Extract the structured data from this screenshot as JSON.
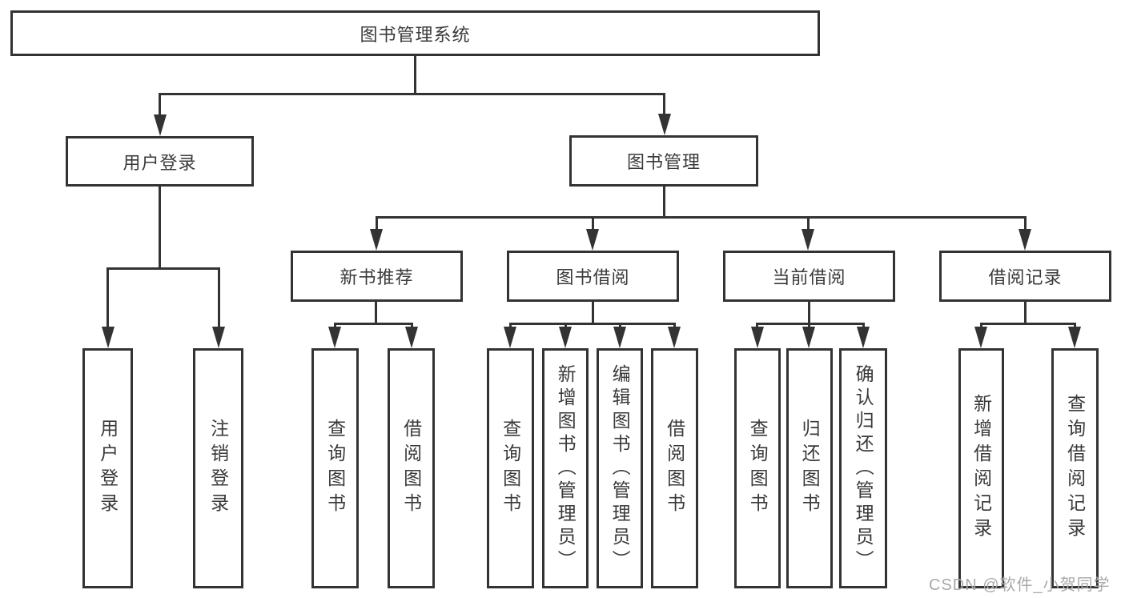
{
  "diagram": {
    "type": "hierarchy",
    "colors": {
      "line": "#333333",
      "text": "#3a3a3a",
      "box_fill": "#ffffff",
      "watermark": "#a9a9a9",
      "background": "#ffffff"
    },
    "nodes": {
      "root": {
        "label": "图书管理系统"
      },
      "user_login": {
        "label": "用户登录"
      },
      "book_mgmt": {
        "label": "图书管理"
      },
      "new_books": {
        "label": "新书推荐"
      },
      "book_borrow": {
        "label": "图书借阅"
      },
      "current_borrow": {
        "label": "当前借阅"
      },
      "borrow_records": {
        "label": "借阅记录"
      },
      "leaf_user_login": {
        "label": "用户登录"
      },
      "leaf_logout": {
        "label": "注销登录"
      },
      "leaf_nb_query": {
        "label": "查询图书"
      },
      "leaf_nb_borrow": {
        "label": "借阅图书"
      },
      "leaf_bb_query": {
        "label": "查询图书"
      },
      "leaf_bb_add": {
        "label": "新增图书（管理员）"
      },
      "leaf_bb_edit": {
        "label": "编辑图书（管理员）"
      },
      "leaf_bb_borrow": {
        "label": "借阅图书"
      },
      "leaf_cb_query": {
        "label": "查询图书"
      },
      "leaf_cb_return": {
        "label": "归还图书"
      },
      "leaf_cb_confirm": {
        "label": "确认归还（管理员）"
      },
      "leaf_br_add": {
        "label": "新增借阅记录"
      },
      "leaf_br_query": {
        "label": "查询借阅记录"
      }
    },
    "hierarchy": {
      "图书管理系统": {
        "用户登录": [
          "用户登录",
          "注销登录"
        ],
        "图书管理": {
          "新书推荐": [
            "查询图书",
            "借阅图书"
          ],
          "图书借阅": [
            "查询图书",
            "新增图书（管理员）",
            "编辑图书（管理员）",
            "借阅图书"
          ],
          "当前借阅": [
            "查询图书",
            "归还图书",
            "确认归还（管理员）"
          ],
          "借阅记录": [
            "新增借阅记录",
            "查询借阅记录"
          ]
        }
      }
    },
    "watermark": "CSDN @软件_小贺同学"
  }
}
